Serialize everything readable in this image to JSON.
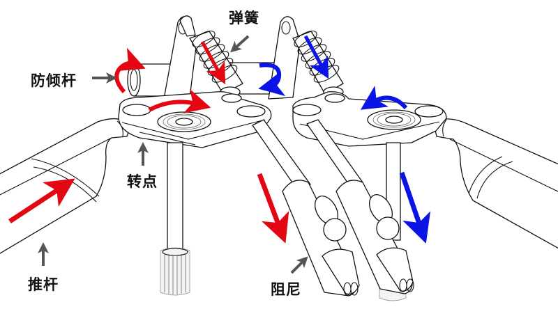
{
  "diagram": {
    "title": "",
    "labels": {
      "spring": "弹簧",
      "anti_roll_bar": "防倾杆",
      "pivot": "转点",
      "push_rod": "推杆",
      "damper": "阻尼"
    },
    "colors": {
      "left_motion": "#e30613",
      "right_motion": "#0a14e6",
      "pointer": "#555555",
      "line": "#111111",
      "background": "#ffffff"
    },
    "motion_arrows": [
      {
        "id": "push-rod-left",
        "color": "left_motion",
        "kind": "straight",
        "direction": "up-right"
      },
      {
        "id": "anti-roll-bar-left",
        "color": "left_motion",
        "kind": "curved",
        "direction": "rotate"
      },
      {
        "id": "rocker-left",
        "color": "left_motion",
        "kind": "curved",
        "direction": "clockwise"
      },
      {
        "id": "spring-left",
        "color": "left_motion",
        "kind": "straight",
        "direction": "down-right"
      },
      {
        "id": "damper-left",
        "color": "left_motion",
        "kind": "straight",
        "direction": "down-right"
      },
      {
        "id": "anti-roll-bar-right",
        "color": "right_motion",
        "kind": "curved",
        "direction": "rotate"
      },
      {
        "id": "spring-right",
        "color": "right_motion",
        "kind": "straight",
        "direction": "down-right"
      },
      {
        "id": "rocker-right",
        "color": "right_motion",
        "kind": "curved",
        "direction": "counter-clockwise"
      },
      {
        "id": "damper-right",
        "color": "right_motion",
        "kind": "straight",
        "direction": "down-right"
      }
    ]
  }
}
